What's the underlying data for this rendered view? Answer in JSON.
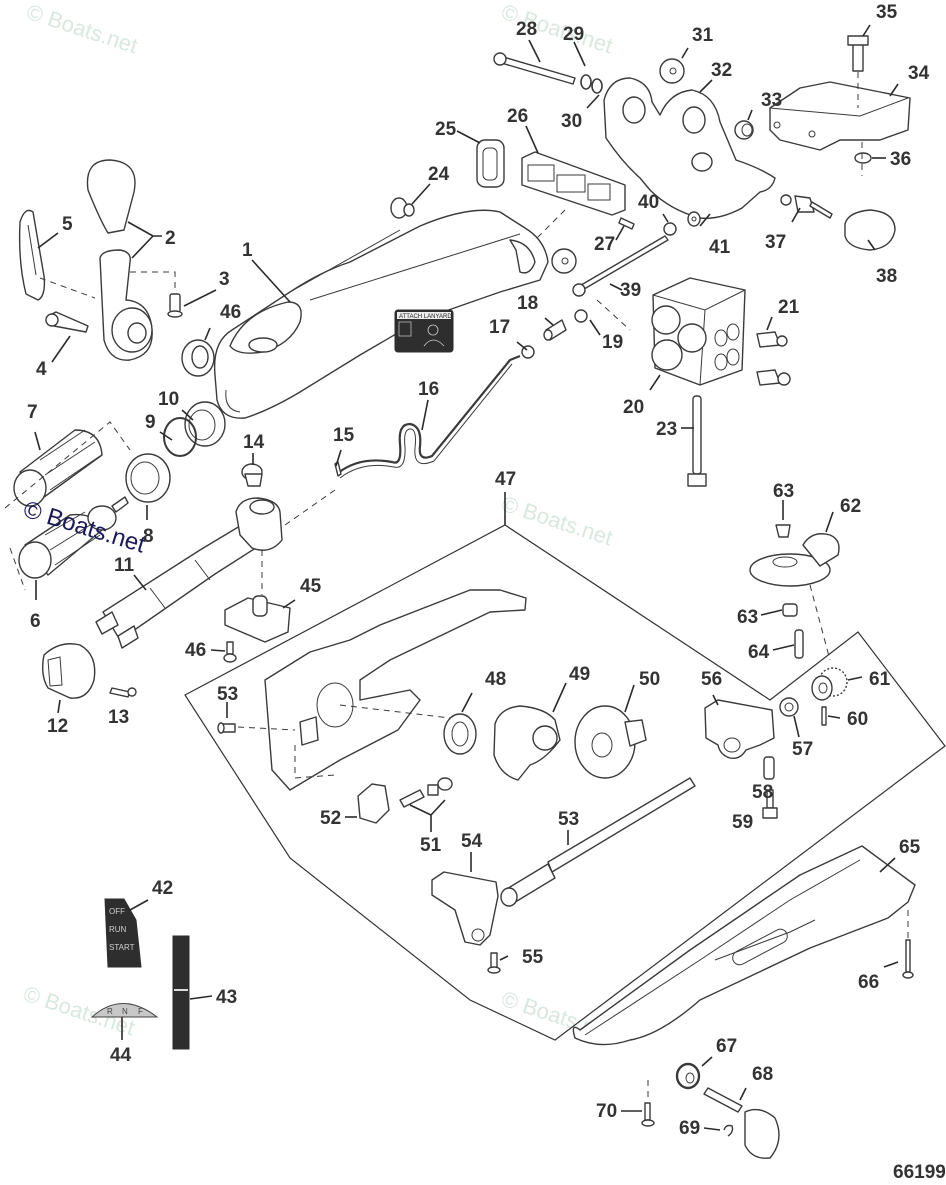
{
  "diagram": {
    "title": "Tiller handle exploded parts diagram",
    "figure_number": "66199",
    "watermark": "© Boats.net",
    "group_label": "47",
    "decals": {
      "lanyard_header": "ATTACH LANYARD",
      "key_switch": [
        "OFF",
        "RUN",
        "START"
      ],
      "shift_indicator": [
        "R",
        "N",
        "F"
      ]
    },
    "callouts": [
      {
        "id": "1",
        "label": "1"
      },
      {
        "id": "2",
        "label": "2"
      },
      {
        "id": "3",
        "label": "3"
      },
      {
        "id": "4",
        "label": "4"
      },
      {
        "id": "5",
        "label": "5"
      },
      {
        "id": "6",
        "label": "6"
      },
      {
        "id": "7",
        "label": "7"
      },
      {
        "id": "8",
        "label": "8"
      },
      {
        "id": "9",
        "label": "9"
      },
      {
        "id": "10",
        "label": "10"
      },
      {
        "id": "11",
        "label": "11"
      },
      {
        "id": "12",
        "label": "12"
      },
      {
        "id": "13",
        "label": "13"
      },
      {
        "id": "14",
        "label": "14"
      },
      {
        "id": "15",
        "label": "15"
      },
      {
        "id": "16",
        "label": "16"
      },
      {
        "id": "17",
        "label": "17"
      },
      {
        "id": "18",
        "label": "18"
      },
      {
        "id": "19",
        "label": "19"
      },
      {
        "id": "20",
        "label": "20"
      },
      {
        "id": "21",
        "label": "21"
      },
      {
        "id": "23",
        "label": "23"
      },
      {
        "id": "24",
        "label": "24"
      },
      {
        "id": "25",
        "label": "25"
      },
      {
        "id": "26",
        "label": "26"
      },
      {
        "id": "27",
        "label": "27"
      },
      {
        "id": "28",
        "label": "28"
      },
      {
        "id": "29",
        "label": "29"
      },
      {
        "id": "30",
        "label": "30"
      },
      {
        "id": "31",
        "label": "31"
      },
      {
        "id": "32",
        "label": "32"
      },
      {
        "id": "33",
        "label": "33"
      },
      {
        "id": "34",
        "label": "34"
      },
      {
        "id": "35",
        "label": "35"
      },
      {
        "id": "36",
        "label": "36"
      },
      {
        "id": "37",
        "label": "37"
      },
      {
        "id": "38",
        "label": "38"
      },
      {
        "id": "39",
        "label": "39"
      },
      {
        "id": "40",
        "label": "40"
      },
      {
        "id": "41",
        "label": "41"
      },
      {
        "id": "42",
        "label": "42"
      },
      {
        "id": "43",
        "label": "43"
      },
      {
        "id": "44",
        "label": "44"
      },
      {
        "id": "45",
        "label": "45"
      },
      {
        "id": "46a",
        "label": "46"
      },
      {
        "id": "46b",
        "label": "46"
      },
      {
        "id": "47",
        "label": "47"
      },
      {
        "id": "48",
        "label": "48"
      },
      {
        "id": "49",
        "label": "49"
      },
      {
        "id": "50",
        "label": "50"
      },
      {
        "id": "51",
        "label": "51"
      },
      {
        "id": "52",
        "label": "52"
      },
      {
        "id": "53a",
        "label": "53"
      },
      {
        "id": "53b",
        "label": "53"
      },
      {
        "id": "54",
        "label": "54"
      },
      {
        "id": "55",
        "label": "55"
      },
      {
        "id": "56",
        "label": "56"
      },
      {
        "id": "57",
        "label": "57"
      },
      {
        "id": "58",
        "label": "58"
      },
      {
        "id": "59",
        "label": "59"
      },
      {
        "id": "60",
        "label": "60"
      },
      {
        "id": "61",
        "label": "61"
      },
      {
        "id": "62",
        "label": "62"
      },
      {
        "id": "63a",
        "label": "63"
      },
      {
        "id": "63b",
        "label": "63"
      },
      {
        "id": "64",
        "label": "64"
      },
      {
        "id": "65",
        "label": "65"
      },
      {
        "id": "66",
        "label": "66"
      },
      {
        "id": "67",
        "label": "67"
      },
      {
        "id": "68",
        "label": "68"
      },
      {
        "id": "69",
        "label": "69"
      },
      {
        "id": "70",
        "label": "70"
      }
    ]
  }
}
